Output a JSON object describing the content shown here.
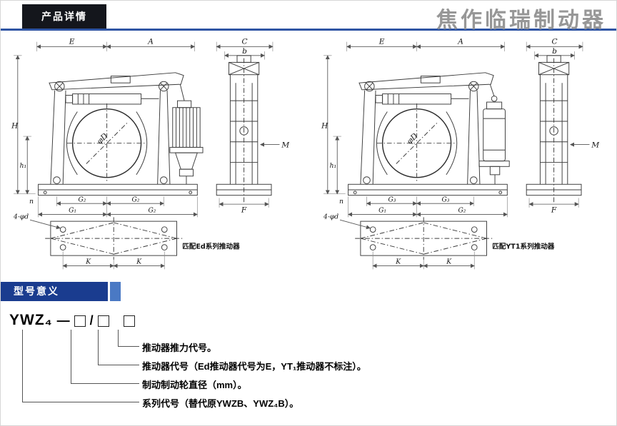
{
  "header": {
    "tab": "产品详情",
    "brand": "焦作临瑞制动器"
  },
  "colors": {
    "accent_blue": "#2f55a4",
    "section_bar_dark": "#1a3c8f",
    "section_bar_light": "#4a79c4",
    "tab_background": "#14161c",
    "brand_gray": "#979797"
  },
  "drawings": {
    "left": {
      "dim_E": "E",
      "dim_A": "A",
      "dim_C": "C",
      "dim_b": "b",
      "dim_H": "H",
      "dim_h1": "h₁",
      "dim_n": "n",
      "wheel_dia": "φD",
      "dim_M": "M",
      "dim_F": "F",
      "row1": [
        "G₂",
        "G₂"
      ],
      "row2": [
        "G₁",
        "G₂"
      ],
      "holes": "4-φd",
      "dim_K1": "K",
      "dim_K2": "K",
      "caption": "匹配Ed系列推动器"
    },
    "right": {
      "dim_E": "E",
      "dim_A": "A",
      "dim_C": "C",
      "dim_b": "b",
      "dim_H": "H",
      "dim_h1": "h₁",
      "dim_n": "n",
      "wheel_dia": "φD",
      "dim_M": "M",
      "dim_F": "F",
      "row1": [
        "G₃",
        "G₃"
      ],
      "row2": [
        "G₁",
        "G₂"
      ],
      "holes": "4-φd",
      "dim_K1": "K",
      "dim_K2": "K",
      "caption": "匹配YT1系列推动器"
    }
  },
  "model": {
    "title": "型号意义",
    "prefix": "YWZ₄",
    "dash": "—",
    "slash": "/",
    "notes": [
      "推动器推力代号。",
      "推动器代号（Ed推动器代号为E，YT₁推动器不标注）。",
      "制动制动轮直径（mm）。",
      "系列代号（替代原YWZB、YWZ₄B）。"
    ]
  }
}
